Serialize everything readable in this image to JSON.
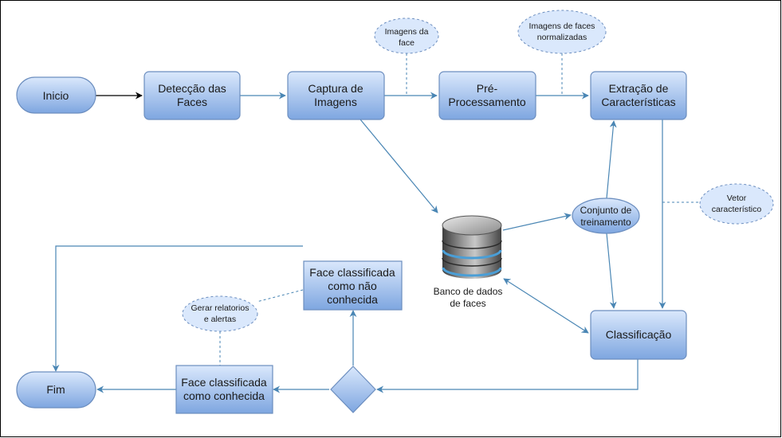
{
  "nodes": {
    "inicio": "Inicio",
    "deteccao": [
      "Detecção das",
      "Faces"
    ],
    "captura": [
      "Captura de",
      "Imagens"
    ],
    "pre": [
      "Pré-",
      "Processamento"
    ],
    "extracao": [
      "Extração de",
      "Características"
    ],
    "banco": [
      "Banco de dados",
      "de faces"
    ],
    "conjunto": [
      "Conjunto de",
      "treinamento"
    ],
    "classificacao": "Classificação",
    "nao_conhecida": [
      "Face classificada",
      "como não",
      "conhecida"
    ],
    "conhecida": [
      "Face classificada",
      "como conhecida"
    ],
    "fim": "Fim"
  },
  "annotations": {
    "imagens_face": [
      "Imagens da",
      "face"
    ],
    "imagens_normalizadas": [
      "Imagens de faces",
      "normalizadas"
    ],
    "vetor": [
      "Vetor",
      "característico"
    ],
    "relatorios": [
      "Gerar relatorios",
      "e alertas"
    ]
  },
  "colors": {
    "box_top": "#dae8fc",
    "box_bottom": "#7ea6e0",
    "stroke": "#6c8ebf",
    "connector": "#4a86b4",
    "annotation_fill": "#dae8fc",
    "frame": "#000000"
  },
  "icons": {
    "database": "database-icon"
  }
}
